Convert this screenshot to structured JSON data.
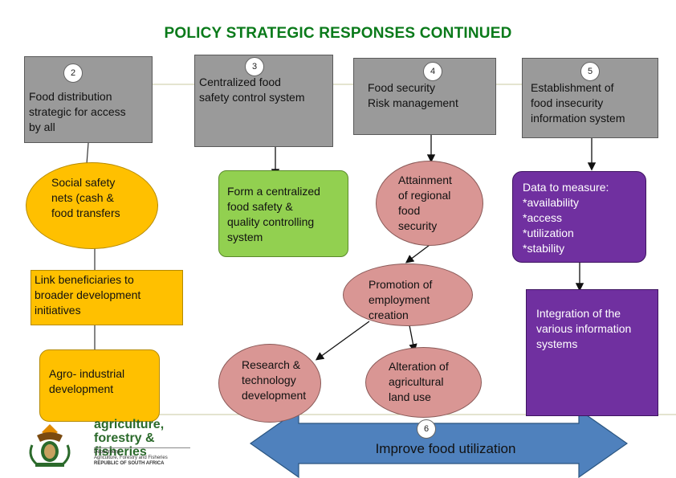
{
  "title": "POLICY STRATEGIC RESPONSES CONTINUED",
  "boxes": {
    "b2": {
      "num": "2",
      "text": "Food distribution\nstrategic for access\nby all"
    },
    "b3": {
      "num": "3",
      "text": "Centralized food\nsafety control system"
    },
    "b4": {
      "num": "4",
      "text": "Food security\nRisk management"
    },
    "b5": {
      "num": "5",
      "text": "Establishment of\nfood insecurity\ninformation system"
    }
  },
  "nodes": {
    "social": "Social safety\nnets (cash &\nfood transfers",
    "centralized": "Form a centralized\nfood safety &\nquality controlling\nsystem",
    "regional": "Attainment\nof regional\nfood\nsecurity",
    "data_measure": "Data to measure:\n*availability\n*access\n*utilization\n*stability",
    "link": "Link beneficiaries to\nbroader development\ninitiatives",
    "employment": "Promotion of\nemployment\ncreation",
    "integration": "Integration of the\nvarious information\nsystems",
    "agro": "Agro- industrial\ndevelopment",
    "research": "Research &\ntechnology\ndevelopment",
    "alteration": "Alteration of\nagricultural\nland use"
  },
  "arrow": {
    "num": "6",
    "label": "Improve food utilization"
  },
  "logo": {
    "line1": "agriculture,",
    "line2": "forestry & fisheries",
    "dept1": "Department:",
    "dept2": "Agriculture, Forestry and Fisheries",
    "dept3": "REPUBLIC OF SOUTH AFRICA"
  },
  "colors": {
    "gray": "#9a9a9a",
    "yellow": "#ffc000",
    "green": "#92d050",
    "pink": "#d99694",
    "purple": "#7030a0",
    "blue": "#4f81bd",
    "title": "#0a7a1a"
  }
}
